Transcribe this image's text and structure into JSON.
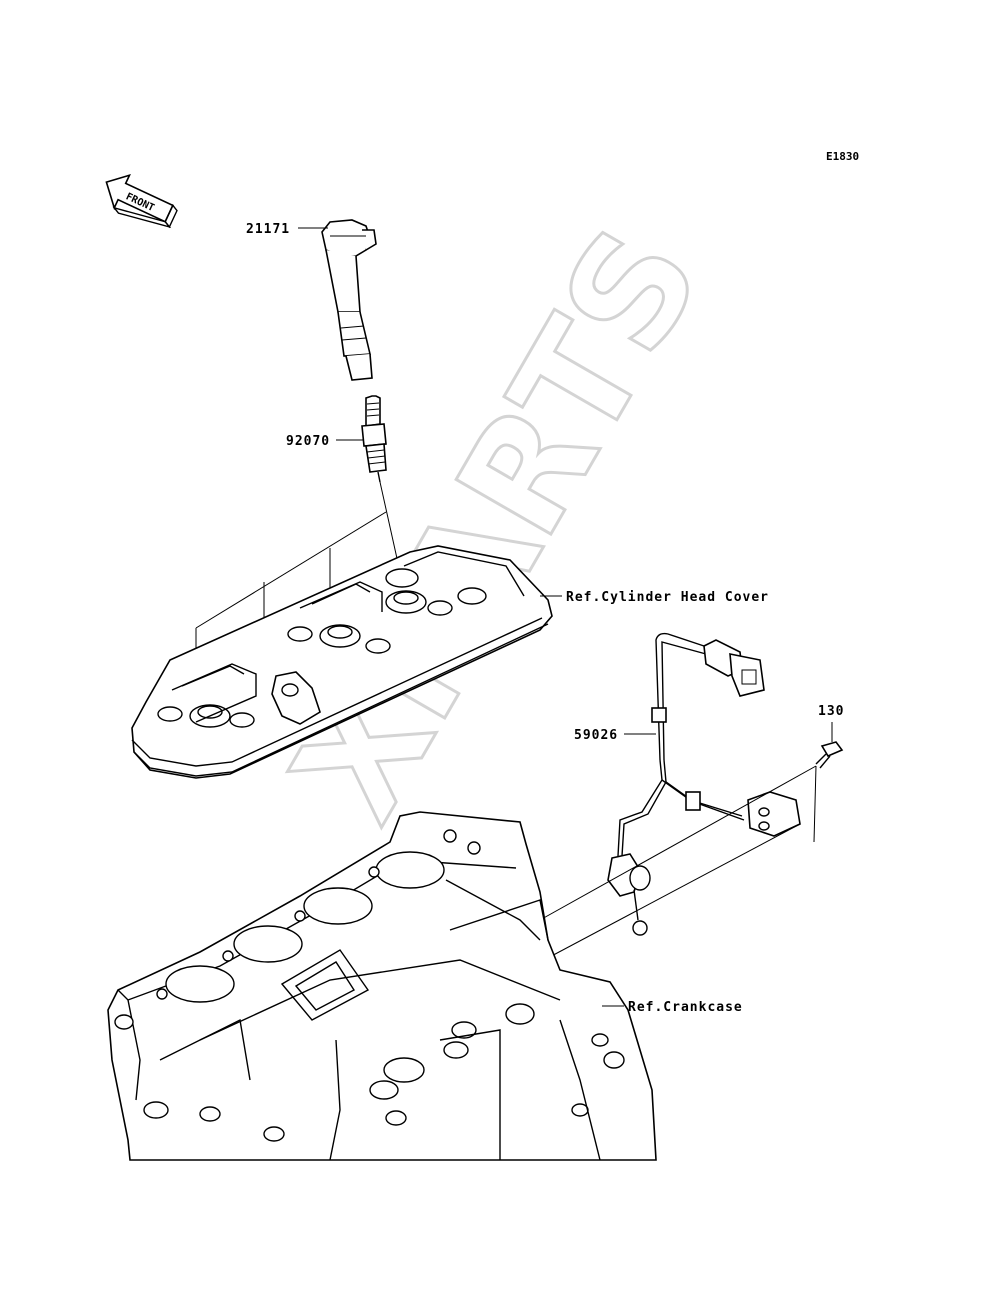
{
  "diagram_code": "E1830",
  "front_arrow_label": "FRONT",
  "watermark": "XPARTS",
  "parts": {
    "ignition_coil": "21171",
    "spark_plug": "92070",
    "harness": "59026",
    "bolt": "130"
  },
  "references": {
    "cylinder_head_cover": "Ref.Cylinder Head Cover",
    "crankcase": "Ref.Crankcase"
  }
}
